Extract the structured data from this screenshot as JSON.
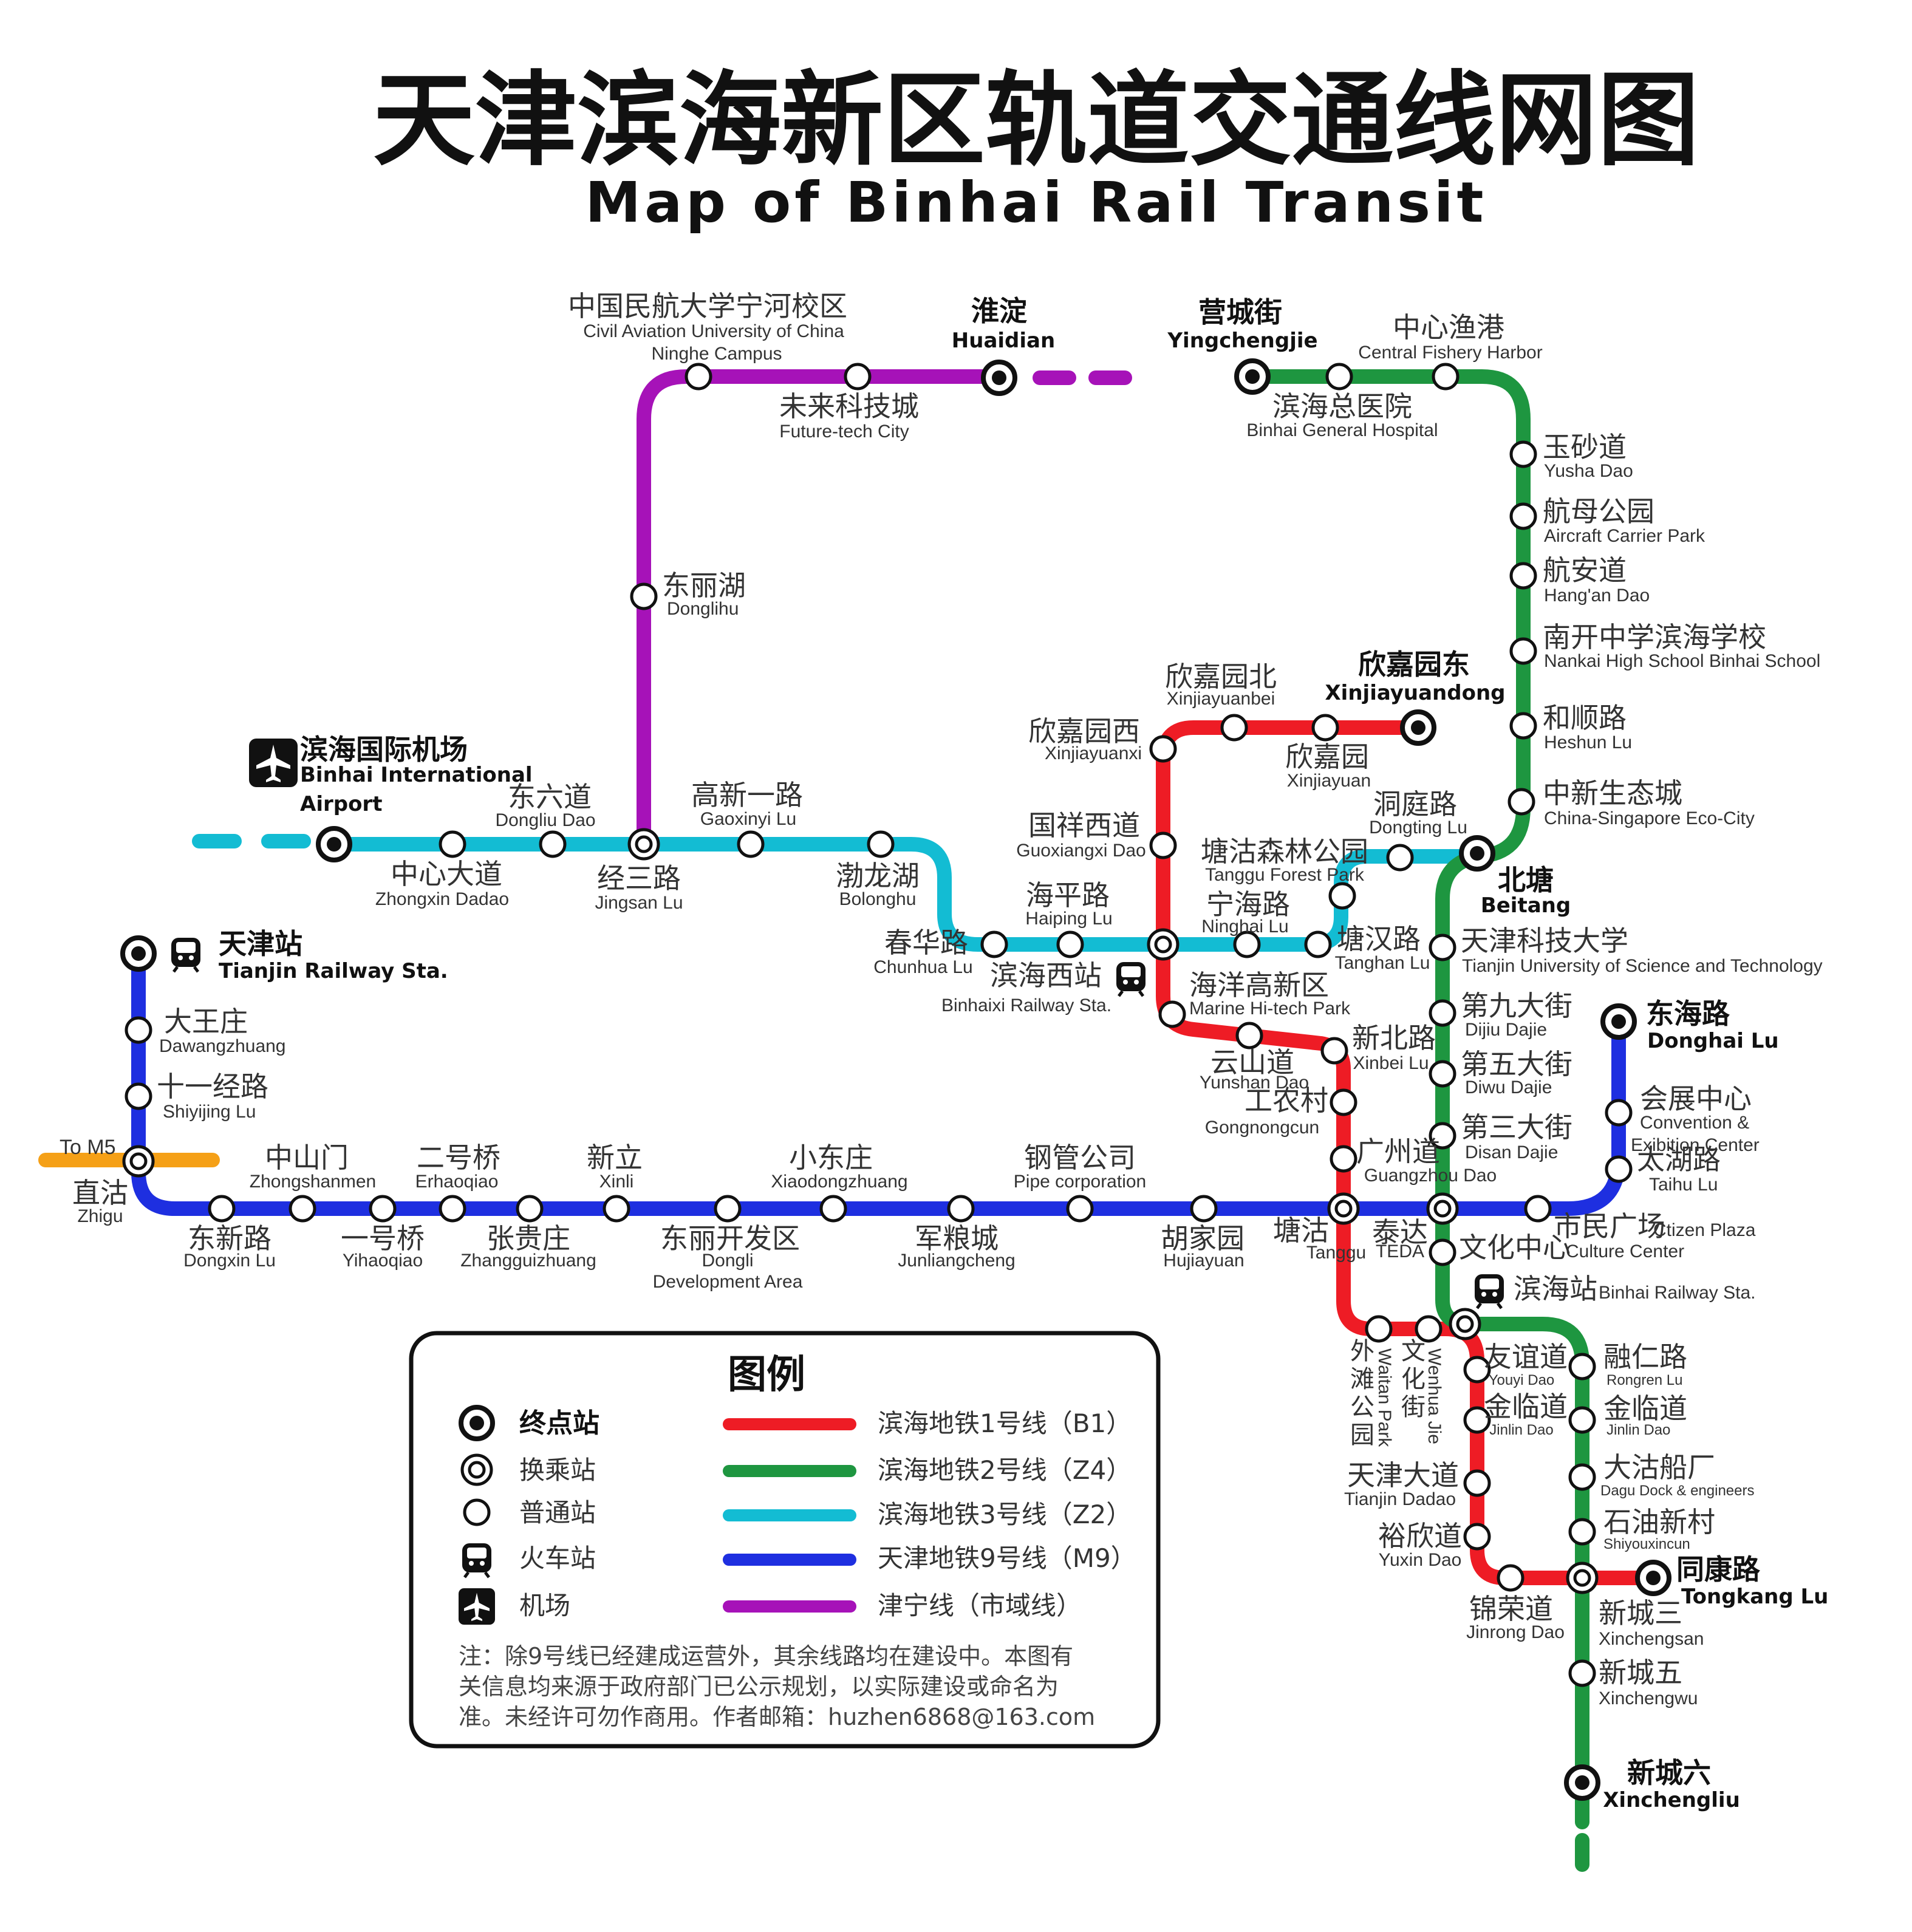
{
  "title": "天津滨海新区轨道交通线网图",
  "subtitle": "Map of Binhai Rail Transit",
  "colors": {
    "B1": "#ee1c25",
    "Z4": "#1e9640",
    "Z2": "#13bcd3",
    "M9": "#1e2fe0",
    "JN": "#a612b8",
    "M5": "#f5a017"
  },
  "branch_label": "To M5",
  "stations": {
    "huaidian": {
      "zh": "淮淀",
      "en": "Huaidian"
    },
    "cauc": {
      "zh": "中国民航大学宁河校区",
      "en1": "Civil Aviation University of China",
      "en2": "Ninghe Campus"
    },
    "futuretech": {
      "zh": "未来科技城",
      "en": "Future-tech City"
    },
    "donglihu": {
      "zh": "东丽湖",
      "en": "Donglihu"
    },
    "airport": {
      "zh": "滨海国际机场",
      "en1": "Binhai International",
      "en2": "Airport"
    },
    "zhongxindadao": {
      "zh": "中心大道",
      "en": "Zhongxin Dadao"
    },
    "dongliudao": {
      "zh": "东六道",
      "en": "Dongliu Dao"
    },
    "jingsanlu": {
      "zh": "经三路",
      "en": "Jingsan Lu"
    },
    "gaoxinyilu": {
      "zh": "高新一路",
      "en": "Gaoxinyi Lu"
    },
    "bolonghu": {
      "zh": "渤龙湖",
      "en": "Bolonghu"
    },
    "chunhualu": {
      "zh": "春华路",
      "en": "Chunhua Lu"
    },
    "haipinglu": {
      "zh": "海平路",
      "en": "Haiping Lu"
    },
    "binhaixi": {
      "zh": "滨海西站",
      "en": "Binhaixi Railway Sta."
    },
    "ninghailu": {
      "zh": "宁海路",
      "en": "Ninghai Lu"
    },
    "tanghanlu": {
      "zh": "塘汉路",
      "en": "Tanghan Lu"
    },
    "forestpark": {
      "zh": "塘沽森林公园",
      "en": "Tanggu Forest Park"
    },
    "dongtinglu": {
      "zh": "洞庭路",
      "en": "Dongting Lu"
    },
    "beitang": {
      "zh": "北塘",
      "en": "Beitang"
    },
    "yingchengjie": {
      "zh": "营城街",
      "en": "Yingchengjie"
    },
    "hospital": {
      "zh": "滨海总医院",
      "en": "Binhai General Hospital"
    },
    "fishery": {
      "zh": "中心渔港",
      "en": "Central Fishery Harbor"
    },
    "yushadao": {
      "zh": "玉砂道",
      "en": "Yusha Dao"
    },
    "carrier": {
      "zh": "航母公园",
      "en": "Aircraft Carrier Park"
    },
    "hangandao": {
      "zh": "航安道",
      "en": "Hang'an Dao"
    },
    "nankai": {
      "zh": "南开中学滨海学校",
      "en": "Nankai High School Binhai School"
    },
    "heshunlu": {
      "zh": "和顺路",
      "en": "Heshun Lu"
    },
    "ecocity": {
      "zh": "中新生态城",
      "en": "China-Singapore Eco-City"
    },
    "tust": {
      "zh": "天津科技大学",
      "en": "Tianjin University of Science and Technology"
    },
    "dijiu": {
      "zh": "第九大街",
      "en": "Dijiu Dajie"
    },
    "diwu": {
      "zh": "第五大街",
      "en": "Diwu Dajie"
    },
    "disan": {
      "zh": "第三大街",
      "en": "Disan Dajie"
    },
    "teda": {
      "zh": "泰达",
      "en": "TEDA"
    },
    "culture": {
      "zh": "文化中心",
      "en": "Culture Center"
    },
    "binhai": {
      "zh": "滨海站",
      "en": "Binhai Railway Sta."
    },
    "xinjiayuandong": {
      "zh": "欣嘉园东",
      "en": "Xinjiayuandong"
    },
    "xinjiayuanbei": {
      "zh": "欣嘉园北",
      "en": "Xinjiayuanbei"
    },
    "xinjiayuanxi": {
      "zh": "欣嘉园西",
      "en": "Xinjiayuanxi"
    },
    "xinjiayuan": {
      "zh": "欣嘉园",
      "en": "Xinjiayuan"
    },
    "guoxiangxi": {
      "zh": "国祥西道",
      "en": "Guoxiangxi Dao"
    },
    "marine": {
      "zh": "海洋高新区",
      "en": "Marine Hi-tech Park"
    },
    "yunshan": {
      "zh": "云山道",
      "en": "Yunshan Dao"
    },
    "xinbei": {
      "zh": "新北路",
      "en": "Xinbei Lu"
    },
    "gongnong": {
      "zh": "工农村",
      "en": "Gongnongcun"
    },
    "guangzhou": {
      "zh": "广州道",
      "en": "Guangzhou Dao"
    },
    "tanggu": {
      "zh": "塘沽",
      "en": "Tanggu"
    },
    "waitan": {
      "zh": "外滩公园",
      "en": "Waitan Park"
    },
    "wenhua": {
      "zh": "文化街",
      "en": "Wenhua Jie"
    },
    "youyi": {
      "zh": "友谊道",
      "en": "Youyi Dao"
    },
    "jinlin": {
      "zh": "金临道",
      "en": "Jinlin Dao"
    },
    "tjdadao": {
      "zh": "天津大道",
      "en": "Tianjin Dadao"
    },
    "yuxin": {
      "zh": "裕欣道",
      "en": "Yuxin Dao"
    },
    "jinrong": {
      "zh": "锦荣道",
      "en": "Jinrong Dao"
    },
    "rongren": {
      "zh": "融仁路",
      "en": "Rongren Lu"
    },
    "jinlindao2": {
      "zh": "金临道",
      "en": "Jinlin Dao"
    },
    "dagu": {
      "zh": "大沽船厂",
      "en": "Dagu Dock & engineers"
    },
    "shiyou": {
      "zh": "石油新村",
      "en": "Shiyouxincun"
    },
    "tongkang": {
      "zh": "同康路",
      "en": "Tongkang Lu"
    },
    "xc3": {
      "zh": "新城三",
      "en": "Xinchengsan"
    },
    "xc5": {
      "zh": "新城五",
      "en": "Xinchengwu"
    },
    "xc6": {
      "zh": "新城六",
      "en": "Xinchengliu"
    },
    "tianjin": {
      "zh": "天津站",
      "en": "Tianjin Railway Sta."
    },
    "dawang": {
      "zh": "大王庄",
      "en": "Dawangzhuang"
    },
    "shiyijing": {
      "zh": "十一经路",
      "en": "Shiyijing Lu"
    },
    "zhigu": {
      "zh": "直沽",
      "en": "Zhigu"
    },
    "dongxin": {
      "zh": "东新路",
      "en": "Dongxin Lu"
    },
    "zhongshan": {
      "zh": "中山门",
      "en": "Zhongshanmen"
    },
    "yihaoqiao": {
      "zh": "一号桥",
      "en": "Yihaoqiao"
    },
    "erhaoqiao": {
      "zh": "二号桥",
      "en": "Erhaoqiao"
    },
    "zhanggui": {
      "zh": "张贵庄",
      "en": "Zhangguizhuang"
    },
    "xinli": {
      "zh": "新立",
      "en": "Xinli"
    },
    "dongli": {
      "zh": "东丽开发区",
      "en1": "Dongli",
      "en2": "Development Area"
    },
    "xiaodong": {
      "zh": "小东庄",
      "en": "Xiaodongzhuang"
    },
    "junliang": {
      "zh": "军粮城",
      "en": "Junliangcheng"
    },
    "gangguan": {
      "zh": "钢管公司",
      "en": "Pipe corporation"
    },
    "hujia": {
      "zh": "胡家园",
      "en": "Hujiayuan"
    },
    "citizen": {
      "zh": "市民广场",
      "en": "Ctizen Plaza"
    },
    "taihu": {
      "zh": "太湖路",
      "en": "Taihu Lu"
    },
    "convention": {
      "zh": "会展中心",
      "en1": "Convention &",
      "en2": "Exibition Center"
    },
    "donghai": {
      "zh": "东海路",
      "en": "Donghai Lu"
    }
  },
  "legend": {
    "title": "图例",
    "terminal": "终点站",
    "transfer": "换乘站",
    "normal": "普通站",
    "railway": "火车站",
    "airport": "机场",
    "line1": "滨海地铁1号线（B1）",
    "line2": "滨海地铁2号线（Z4）",
    "line3": "滨海地铁3号线（Z2）",
    "line4": "天津地铁9号线（M9）",
    "line5": "津宁线（市域线）",
    "note1": "注：除9号线已经建成运营外，其余线路均在建设中。本图有",
    "note2": "关信息均来源于政府部门已公示规划，以实际建设或命名为",
    "note3": "准。未经许可勿作商用。作者邮箱：huzhen6868@163.com"
  }
}
